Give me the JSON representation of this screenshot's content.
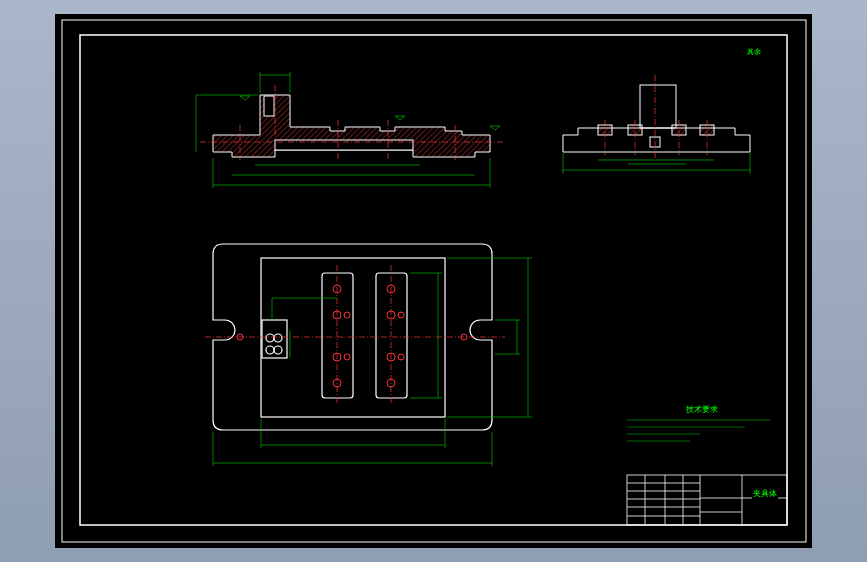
{
  "diagram": {
    "labels": [
      "技术要求",
      "其余",
      "夹具体"
    ]
  }
}
